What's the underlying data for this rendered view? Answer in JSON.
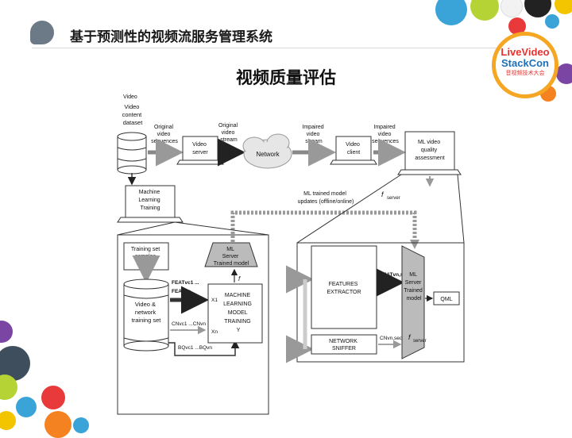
{
  "header": {
    "title": "基于预测性的视频流服务管理系统"
  },
  "section": {
    "title": "视频质量评估"
  },
  "logo": {
    "line1": "LiveVideo",
    "line2": "StackCon",
    "line3": "音视频技术大会"
  },
  "colors": {
    "logo_ring": "#f5a623",
    "logo_red": "#e8322e",
    "logo_blue": "#1d6fb8"
  },
  "diagram": {
    "top_cut": "Video",
    "dataset": [
      "Video",
      "content",
      "dataset"
    ],
    "original_sequences": [
      "Original",
      "video",
      "sequences"
    ],
    "video_server": [
      "Video",
      "server"
    ],
    "original_stream": [
      "Original",
      "video",
      "stream"
    ],
    "network": "Network",
    "impaired_stream": [
      "Impaired",
      "video",
      "stream"
    ],
    "video_client": [
      "Video",
      "client"
    ],
    "impaired_sequences": [
      "Impaired",
      "video",
      "sequences"
    ],
    "ml_quality": [
      "ML video",
      "quality",
      "assessment"
    ],
    "ml_training": [
      "Machine",
      "Learning",
      "Training"
    ],
    "updates": [
      "ML trained model",
      "updates (offline/online)"
    ],
    "f_server": "f",
    "f_server_sub": "server",
    "left_panel": {
      "selector": [
        "Training set",
        "samples",
        "selector"
      ],
      "training_set": [
        "Video &",
        "network",
        "training set"
      ],
      "feat_vc": "FEATvc1 ...",
      "feat_vn": "FEATvn",
      "cn": "CNvc1 ...CNvn",
      "bq": "BQvc1 ...BQvn",
      "model": [
        "ML",
        "Server",
        "Trained model"
      ],
      "f_hat": "f",
      "x1": "X1",
      "xn": "Xn",
      "ml_model_training": [
        "MACHINE",
        "LEARNING",
        "MODEL",
        "TRAINING",
        "Y"
      ]
    },
    "right_panel": {
      "features_extractor": [
        "FEATURES",
        "EXTRACTOR"
      ],
      "network_sniffer": [
        "NETWORK",
        "SNIFFER"
      ],
      "feat": "FEATvn,seq",
      "cn": "CNvn,seq",
      "model": [
        "ML",
        "Server",
        "Trained",
        "model"
      ],
      "f_server": "f",
      "f_server_sub": "server",
      "q": "QML"
    }
  }
}
